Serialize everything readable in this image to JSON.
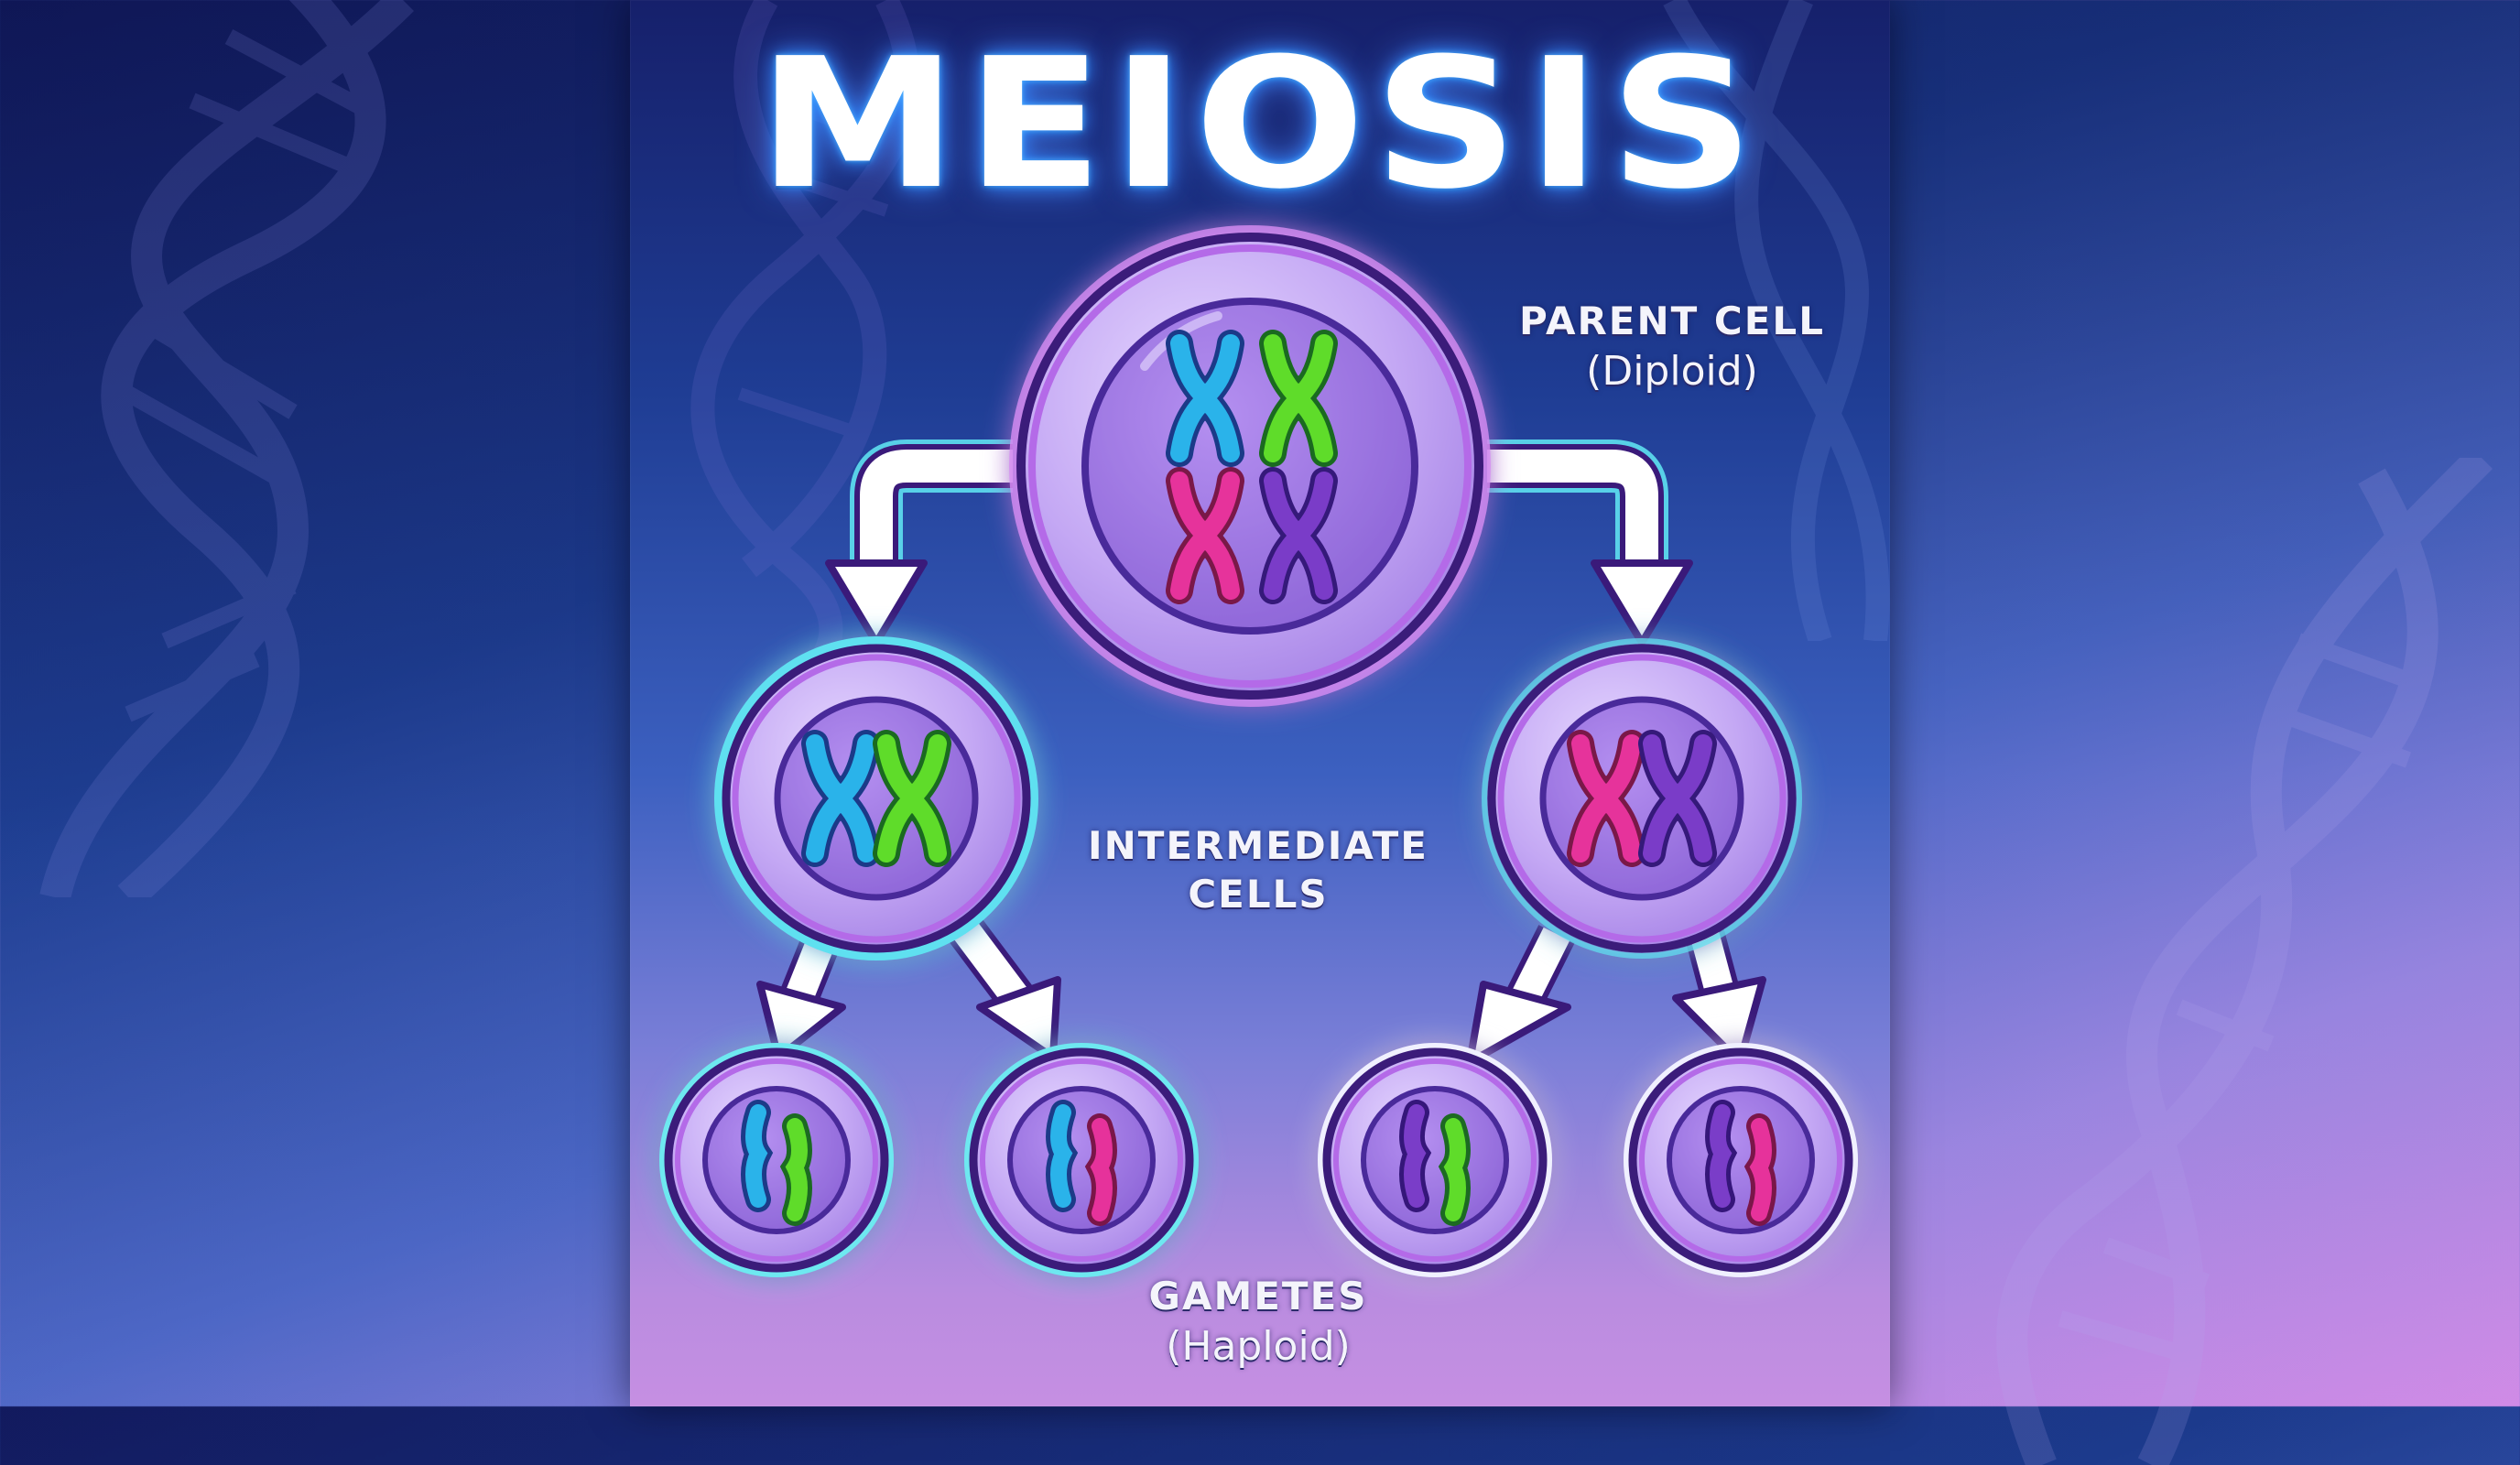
{
  "title": "MEIOSIS",
  "labels": {
    "parent": {
      "line1": "PARENT CELL",
      "line2": "(Diploid)"
    },
    "intermediate": {
      "line1": "INTERMEDIATE",
      "line2": "CELLS"
    },
    "gametes": {
      "line1": "GAMETES",
      "line2": "(Haploid)"
    }
  },
  "colors": {
    "chromosome_blue": "#2ab3ea",
    "chromosome_green": "#5fdc2a",
    "chromosome_pink": "#e6339b",
    "chromosome_purple": "#7a3cc8",
    "cell_membrane": "#b48ff0",
    "cell_outline": "#3a1a7a",
    "arrow_fill": "#ffffff",
    "arrow_glow": "#5ee0f0"
  },
  "cells": {
    "parent": {
      "stage": "parent",
      "ploidy": "diploid",
      "chromosomes": [
        "blue",
        "green",
        "pink",
        "purple"
      ]
    },
    "intermediate": [
      {
        "stage": "intermediate",
        "chromosomes": [
          "blue",
          "green"
        ]
      },
      {
        "stage": "intermediate",
        "chromosomes": [
          "pink",
          "purple"
        ]
      }
    ],
    "gametes": [
      {
        "stage": "gamete",
        "ploidy": "haploid",
        "chromatids": [
          "blue",
          "green"
        ]
      },
      {
        "stage": "gamete",
        "ploidy": "haploid",
        "chromatids": [
          "blue",
          "pink"
        ]
      },
      {
        "stage": "gamete",
        "ploidy": "haploid",
        "chromatids": [
          "purple",
          "green"
        ]
      },
      {
        "stage": "gamete",
        "ploidy": "haploid",
        "chromatids": [
          "purple",
          "pink"
        ]
      }
    ]
  }
}
